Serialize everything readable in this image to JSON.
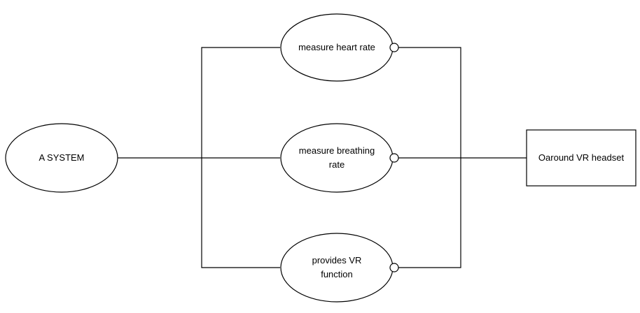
{
  "nodes": {
    "system": {
      "label": "A SYSTEM"
    },
    "heart_rate": {
      "label": "measure heart rate"
    },
    "breathing_rate": {
      "label_line1": "measure breathing",
      "label_line2": "rate"
    },
    "vr_function": {
      "label_line1": "provides VR",
      "label_line2": "function"
    },
    "headset": {
      "label": "Oaround VR headset"
    }
  },
  "edges": [
    {
      "from": "A SYSTEM",
      "to": "measure heart rate"
    },
    {
      "from": "A SYSTEM",
      "to": "measure breathing rate"
    },
    {
      "from": "A SYSTEM",
      "to": "provides VR function"
    },
    {
      "from": "measure heart rate",
      "to": "Oaround VR headset",
      "end": "open-circle"
    },
    {
      "from": "measure breathing rate",
      "to": "Oaround VR headset",
      "end": "open-circle"
    },
    {
      "from": "provides VR function",
      "to": "Oaround VR headset",
      "end": "open-circle"
    }
  ],
  "colors": {
    "stroke": "#000000",
    "fill": "#ffffff"
  }
}
